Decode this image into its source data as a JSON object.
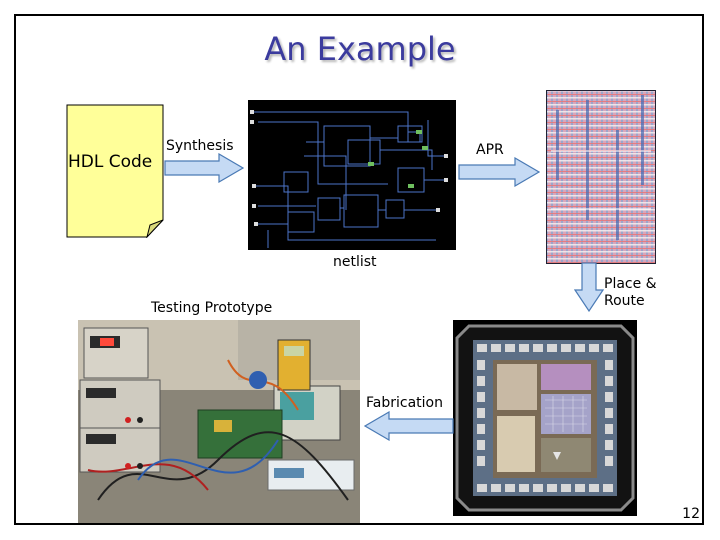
{
  "slide": {
    "title": "An Example",
    "page_number": "12"
  },
  "flow": {
    "hdl_label": "HDL Code",
    "synthesis_label": "Synthesis",
    "apr_label": "APR",
    "netlist_label": "netlist",
    "place_route_label": "Place &\nRoute",
    "testing_label": "Testing Prototype",
    "fabrication_label": "Fabrication"
  },
  "colors": {
    "title": "#3b3b9e",
    "note_fill": "#ffff99",
    "arrow_fill": "#c5daf4",
    "arrow_stroke": "#4a7ab5"
  },
  "icons": {
    "netlist_image": "netlist-schematic-image",
    "apr_image": "routed-layout-image",
    "chip_image": "fabricated-chip-image",
    "lab_photo": "testing-prototype-photo"
  }
}
